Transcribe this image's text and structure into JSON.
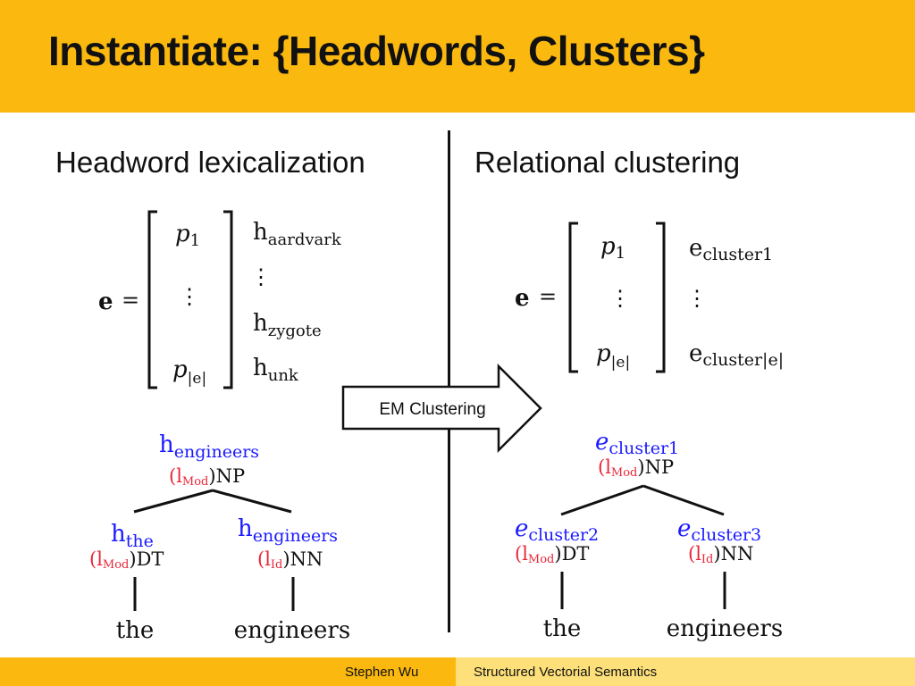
{
  "slide": {
    "title": "Instantiate: {Headwords, Clusters}"
  },
  "left": {
    "heading": "Headword lexicalization",
    "vector": {
      "lhs": "e",
      "eq": "=",
      "entries": [
        "p",
        "⋮",
        "p"
      ],
      "entry_subs": [
        "1",
        "",
        "|e|"
      ],
      "labels": [
        "h",
        "⋮",
        "h",
        "h"
      ],
      "label_subs": [
        "aardvark",
        "",
        "zygote",
        "unk"
      ]
    },
    "tree": {
      "root_head": "h",
      "root_head_sub": "engineers",
      "root_role": "(l",
      "root_role_sub": "Mod",
      "root_cat": ")NP",
      "left_head": "h",
      "left_head_sub": "the",
      "left_role": "(l",
      "left_role_sub": "Mod",
      "left_cat": ")DT",
      "right_head": "h",
      "right_head_sub": "engineers",
      "right_role": "(l",
      "right_role_sub": "Id",
      "right_cat": ")NN",
      "left_word": "the",
      "right_word": "engineers"
    }
  },
  "arrow": {
    "label": "EM Clustering"
  },
  "right": {
    "heading": "Relational clustering",
    "vector": {
      "lhs": "e",
      "eq": "=",
      "entries": [
        "p",
        "⋮",
        "p"
      ],
      "entry_subs": [
        "1",
        "",
        "|e|"
      ],
      "labels": [
        "e",
        "⋮",
        "e"
      ],
      "label_subs": [
        "cluster1",
        "",
        "cluster|e|"
      ]
    },
    "tree": {
      "root_head": "e",
      "root_head_sub": "cluster1",
      "root_role": "(l",
      "root_role_sub": "Mod",
      "root_cat": ")NP",
      "left_head": "e",
      "left_head_sub": "cluster2",
      "left_role": "(l",
      "left_role_sub": "Mod",
      "left_cat": ")DT",
      "right_head": "e",
      "right_head_sub": "cluster3",
      "right_role": "(l",
      "right_role_sub": "Id",
      "right_cat": ")NN",
      "left_word": "the",
      "right_word": "engineers"
    }
  },
  "footer": {
    "author": "Stephen Wu",
    "talk": "Structured Vectorial Semantics"
  },
  "colors": {
    "accent": "#fbb90f",
    "accent_light": "#fde07a",
    "head": "#1a1aff",
    "role": "#e8273a"
  }
}
